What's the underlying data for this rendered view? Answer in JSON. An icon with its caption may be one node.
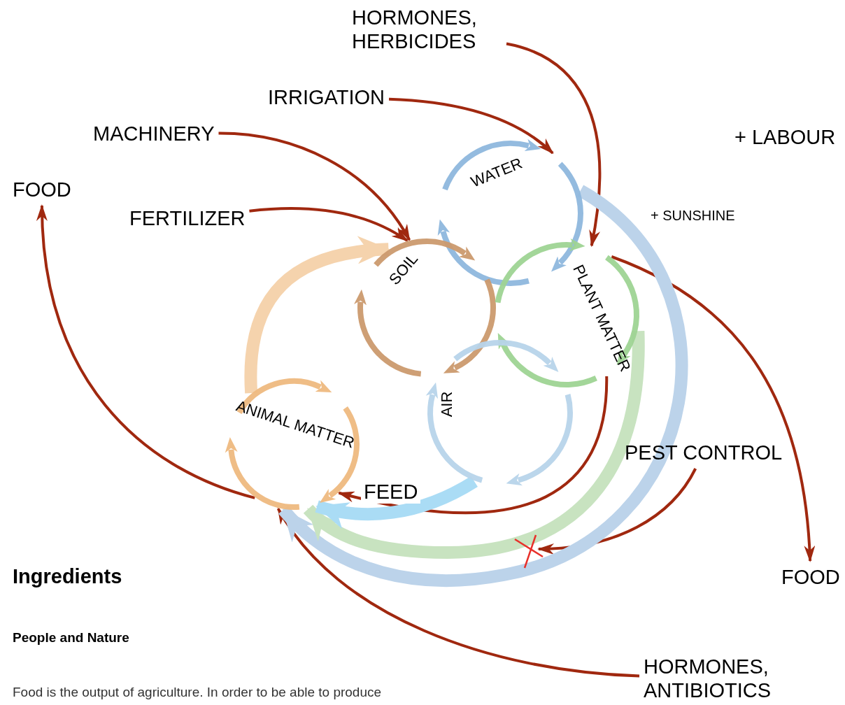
{
  "diagram": {
    "title": "Ingredients",
    "nodes": [
      {
        "text": [
          "HORMONES, HERBICIDES"
        ]
      },
      {
        "text": [
          "IRRIGATION"
        ]
      },
      {
        "text": [
          "MACHINERY"
        ]
      },
      {
        "text": [
          "FOOD"
        ]
      },
      {
        "text": [
          "FERTILIZER"
        ]
      },
      {
        "text": [
          "WATER"
        ]
      },
      {
        "text": [
          "SOIL"
        ]
      },
      {
        "text": [
          "PLANT MATTER"
        ]
      },
      {
        "text": [
          "AIR"
        ]
      },
      {
        "text": [
          "ANIMAL MATTER"
        ]
      },
      {
        "text": [
          "PEST CONTROL"
        ]
      },
      {
        "text": [
          "FOOD"
        ]
      },
      {
        "text": [
          "HORMONES, ANTIBIOTICS"
        ]
      }
    ],
    "edges": [
      {
        "from": 0,
        "to": 7,
        "arrow": "to"
      },
      {
        "from": 1,
        "to": 5,
        "arrow": "to"
      },
      {
        "from": 2,
        "to": 6,
        "arrow": "to"
      },
      {
        "from": 4,
        "to": 6,
        "arrow": "to"
      },
      {
        "from": 7,
        "to": 11,
        "arrow": "to"
      },
      {
        "from": 9,
        "to": 3,
        "arrow": "to"
      },
      {
        "from": 7,
        "to": 9,
        "arrow": "to",
        "label": "FEED"
      },
      {
        "from": 10,
        "to": null,
        "arrow": "to"
      },
      {
        "from": 12,
        "to": 9,
        "arrow": "to"
      },
      {
        "from": 5,
        "to": 9,
        "arrow": "to",
        "style": "thick",
        "color": "#bcd3ea"
      },
      {
        "from": 7,
        "to": 9,
        "arrow": "to",
        "style": "thick",
        "color": "#c8e3c0"
      },
      {
        "from": 8,
        "to": 9,
        "arrow": "to",
        "style": "thick",
        "color": "#aadcf5"
      },
      {
        "from": 9,
        "to": 6,
        "arrow": "to",
        "style": "thick",
        "color": "#f5d3ad"
      }
    ],
    "labels": [
      "+ LABOUR",
      "+ SUNSHINE",
      "People and Nature",
      "Food is the output of agriculture. In order to be able to produce"
    ]
  }
}
